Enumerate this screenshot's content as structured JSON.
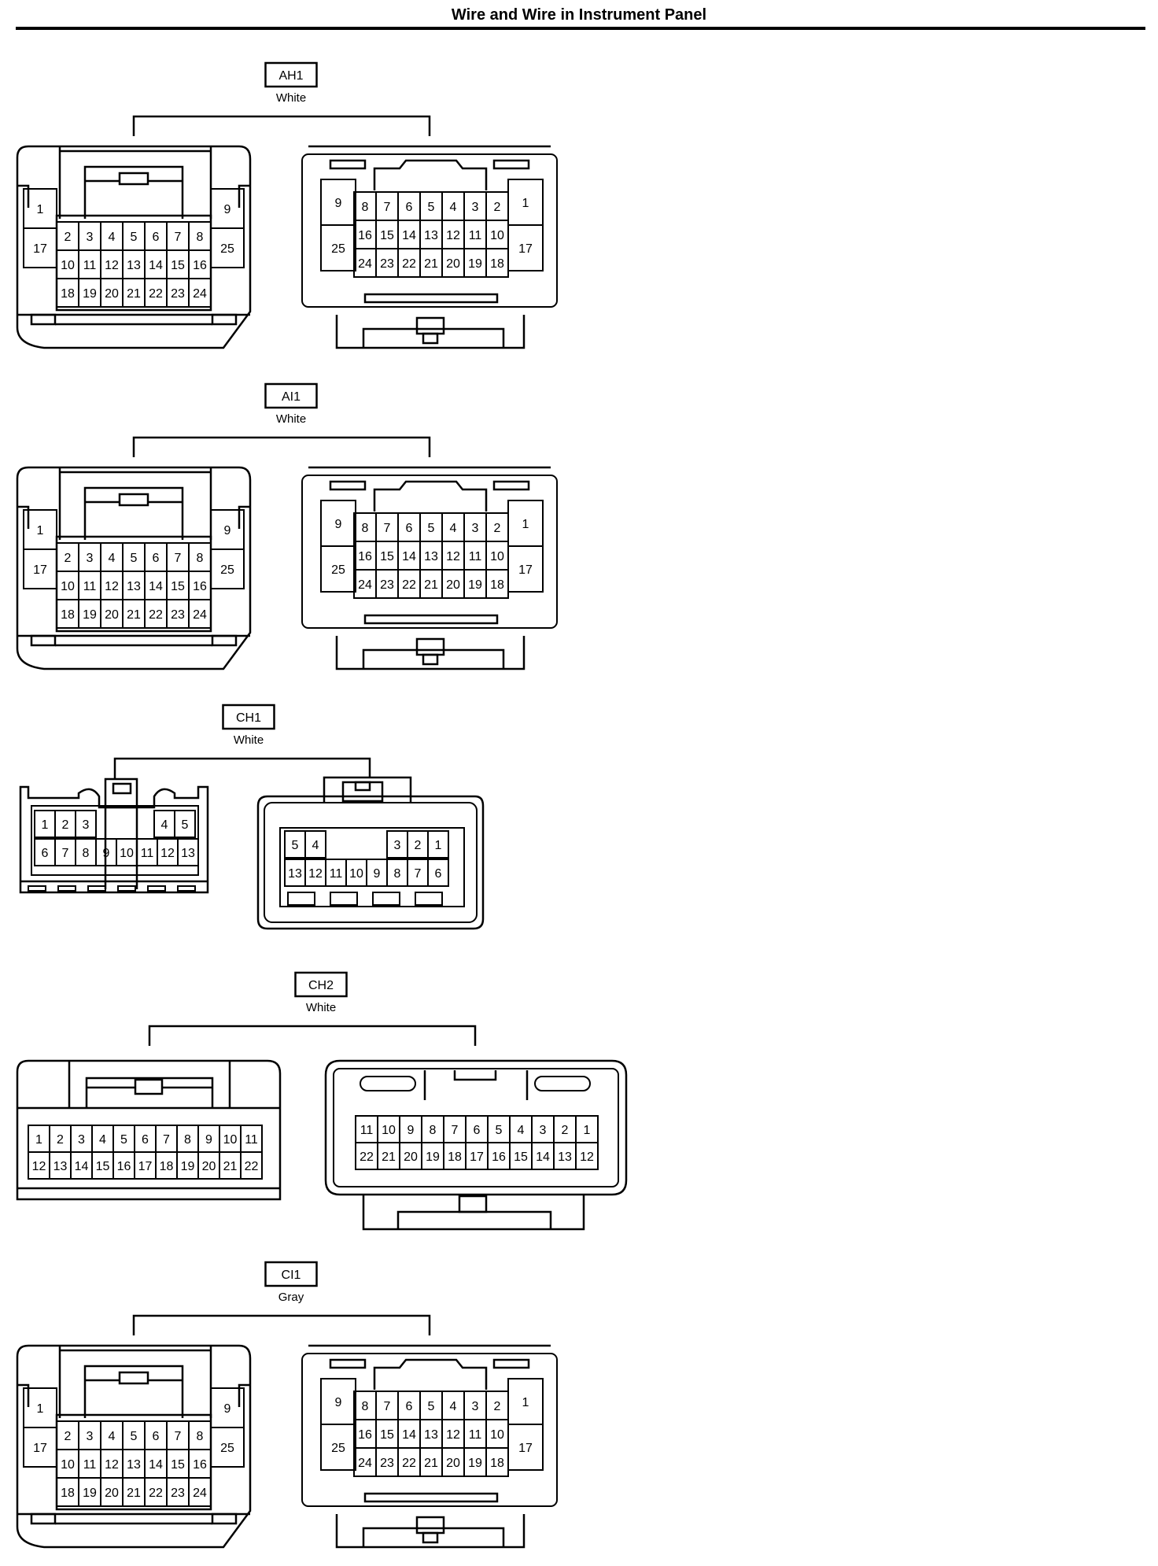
{
  "page": {
    "title": "Wire and Wire in Instrument Panel"
  },
  "connectors": [
    {
      "code": "AH1",
      "color": "White",
      "type": "large25",
      "male_rows": [
        [
          "2",
          "3",
          "4",
          "5",
          "6",
          "7",
          "8"
        ],
        [
          "10",
          "11",
          "12",
          "13",
          "14",
          "15",
          "16"
        ],
        [
          "18",
          "19",
          "20",
          "21",
          "22",
          "23",
          "24"
        ]
      ],
      "male_side_left": [
        "1",
        "17"
      ],
      "male_side_right": [
        "9",
        "25"
      ],
      "female_rows": [
        [
          "8",
          "7",
          "6",
          "5",
          "4",
          "3",
          "2"
        ],
        [
          "16",
          "15",
          "14",
          "13",
          "12",
          "11",
          "10"
        ],
        [
          "24",
          "23",
          "22",
          "21",
          "20",
          "19",
          "18"
        ]
      ],
      "female_side_left": [
        "9",
        "25"
      ],
      "female_side_right": [
        "1",
        "17"
      ]
    },
    {
      "code": "AI1",
      "color": "White",
      "type": "large25",
      "male_rows": [
        [
          "2",
          "3",
          "4",
          "5",
          "6",
          "7",
          "8"
        ],
        [
          "10",
          "11",
          "12",
          "13",
          "14",
          "15",
          "16"
        ],
        [
          "18",
          "19",
          "20",
          "21",
          "22",
          "23",
          "24"
        ]
      ],
      "male_side_left": [
        "1",
        "17"
      ],
      "male_side_right": [
        "9",
        "25"
      ],
      "female_rows": [
        [
          "8",
          "7",
          "6",
          "5",
          "4",
          "3",
          "2"
        ],
        [
          "16",
          "15",
          "14",
          "13",
          "12",
          "11",
          "10"
        ],
        [
          "24",
          "23",
          "22",
          "21",
          "20",
          "19",
          "18"
        ]
      ],
      "female_side_left": [
        "9",
        "25"
      ],
      "female_side_right": [
        "1",
        "17"
      ]
    },
    {
      "code": "CH1",
      "color": "White",
      "type": "small13",
      "male_top_left": [
        "1",
        "2",
        "3"
      ],
      "male_top_right": [
        "4",
        "5"
      ],
      "male_bottom": [
        "6",
        "7",
        "8",
        "9",
        "10",
        "11",
        "12",
        "13"
      ],
      "female_top_left": [
        "5",
        "4"
      ],
      "female_top_right": [
        "3",
        "2",
        "1"
      ],
      "female_bottom": [
        "13",
        "12",
        "11",
        "10",
        "9",
        "8",
        "7",
        "6"
      ]
    },
    {
      "code": "CH2",
      "color": "White",
      "type": "wide22",
      "male_rows": [
        [
          "1",
          "2",
          "3",
          "4",
          "5",
          "6",
          "7",
          "8",
          "9",
          "10",
          "11"
        ],
        [
          "12",
          "13",
          "14",
          "15",
          "16",
          "17",
          "18",
          "19",
          "20",
          "21",
          "22"
        ]
      ],
      "female_rows": [
        [
          "11",
          "10",
          "9",
          "8",
          "7",
          "6",
          "5",
          "4",
          "3",
          "2",
          "1"
        ],
        [
          "22",
          "21",
          "20",
          "19",
          "18",
          "17",
          "16",
          "15",
          "14",
          "13",
          "12"
        ]
      ]
    },
    {
      "code": "CI1",
      "color": "Gray",
      "type": "large25",
      "male_rows": [
        [
          "2",
          "3",
          "4",
          "5",
          "6",
          "7",
          "8"
        ],
        [
          "10",
          "11",
          "12",
          "13",
          "14",
          "15",
          "16"
        ],
        [
          "18",
          "19",
          "20",
          "21",
          "22",
          "23",
          "24"
        ]
      ],
      "male_side_left": [
        "1",
        "17"
      ],
      "male_side_right": [
        "9",
        "25"
      ],
      "female_rows": [
        [
          "8",
          "7",
          "6",
          "5",
          "4",
          "3",
          "2"
        ],
        [
          "16",
          "15",
          "14",
          "13",
          "12",
          "11",
          "10"
        ],
        [
          "24",
          "23",
          "22",
          "21",
          "20",
          "19",
          "18"
        ]
      ],
      "female_side_left": [
        "9",
        "25"
      ],
      "female_side_right": [
        "1",
        "17"
      ]
    }
  ]
}
